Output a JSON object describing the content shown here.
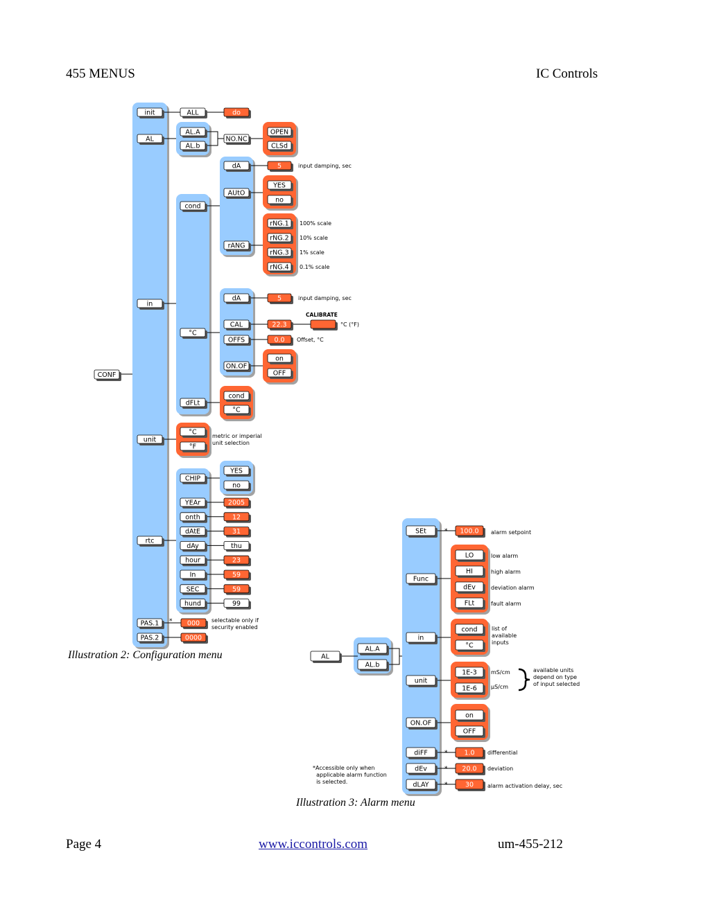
{
  "header": {
    "left": "455 MENUS",
    "right": "IC Controls"
  },
  "footer": {
    "page": "Page 4",
    "url": "www.iccontrols.com",
    "doc": "um-455-212"
  },
  "colors": {
    "blue": "#99ccff",
    "orange": "#ff6633",
    "white": "#ffffff",
    "shadow": "#555555"
  },
  "config": {
    "caption": "Illustration 2:  Configuration menu",
    "root": "CONF",
    "l1": {
      "init": "init",
      "al": "AL",
      "in": "in",
      "unit": "unit",
      "rtc": "rtc",
      "pas1": "PAS.1",
      "pas2": "PAS.2"
    },
    "init_all": "ALL",
    "init_do": "do",
    "al_a": "AL.A",
    "al_b": "AL.b",
    "nonc": "NO.NC",
    "open": "OPEN",
    "clsd": "CLSd",
    "cond": "cond",
    "cond_dA": "dA",
    "cond_dA_val": "5",
    "cond_dA_note": "input damping, sec",
    "auto": "AUtO",
    "auto_yes": "YES",
    "auto_no": "no",
    "rang": "rANG",
    "ranges": [
      {
        "label": "rNG.1",
        "note": "100% scale"
      },
      {
        "label": "rNG.2",
        "note": "10% scale"
      },
      {
        "label": "rNG.3",
        "note": "1% scale"
      },
      {
        "label": "rNG.4",
        "note": "0.1% scale"
      }
    ],
    "degc": "°C",
    "temp_dA": "dA",
    "temp_dA_val": "5",
    "temp_dA_note": "input damping, sec",
    "cal": "CAL",
    "cal_val": "22.3",
    "calibrate": "CALIBRATE",
    "cal_unit": "°C (°F)",
    "offs": "OFFS",
    "offs_val": "0.0",
    "offs_note": "Offset, °C",
    "onof": "ON.OF",
    "on": "on",
    "off": "OFF",
    "dflt": "dFLt",
    "dflt_cond": "cond",
    "dflt_c": "°C",
    "unit_c": "°C",
    "unit_f": "°F",
    "unit_note": "metric or imperial\nunit selection",
    "chip": "CHIP",
    "chip_yes": "YES",
    "chip_no": "no",
    "rtc_items": [
      {
        "label": "YEAr",
        "val": "2005",
        "orange": true
      },
      {
        "label": "onth",
        "val": "12",
        "orange": true
      },
      {
        "label": "dAtE",
        "val": "31",
        "orange": true
      },
      {
        "label": "dAy",
        "val": "thu",
        "orange": false
      },
      {
        "label": "hour",
        "val": "23",
        "orange": true
      },
      {
        "label": "In",
        "val": "59",
        "orange": true
      },
      {
        "label": "SEC",
        "val": "59",
        "orange": true
      },
      {
        "label": "hund",
        "val": "99",
        "orange": false
      }
    ],
    "pas1_val": "000",
    "pas2_val": "0000",
    "star": "*",
    "pas_note": "selectable only if\nsecurity enabled"
  },
  "alarm": {
    "caption": "Illustration 3:  Alarm menu",
    "root": "AL",
    "ala": "AL.A",
    "alb": "AL.b",
    "set": "SEt",
    "set_val": "100.0",
    "set_note": "alarm setpoint",
    "func": "Func",
    "funcs": [
      {
        "label": "LO",
        "note": "low alarm"
      },
      {
        "label": "HI",
        "note": "high alarm"
      },
      {
        "label": "dEv",
        "note": "deviation alarm"
      },
      {
        "label": "FLt",
        "note": "fault alarm"
      }
    ],
    "in": "in",
    "in_cond": "cond",
    "in_c": "°C",
    "in_note": "list of\navailable\ninputs",
    "unit": "unit",
    "u1": "1E-3",
    "u2": "1E-6",
    "u1_note": "mS/cm",
    "u2_note": "µS/cm",
    "units_note": "available units\ndepend on type\nof input selected",
    "onof": "ON.OF",
    "on": "on",
    "off": "OFF",
    "diff": "diFF",
    "diff_val": "1.0",
    "diff_note": "differential",
    "dev": "dEv",
    "dev_val": "20.0",
    "dev_note": "deviation",
    "dlay": "dLAY",
    "dlay_val": "30",
    "dlay_note": "alarm activation delay, sec",
    "star": "*",
    "footnote": "*Accessible only when\n  applicable alarm function\n  is selected."
  }
}
